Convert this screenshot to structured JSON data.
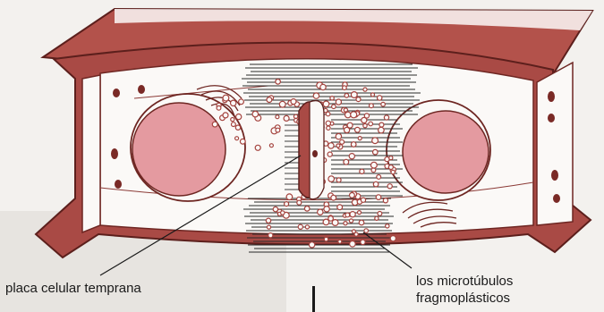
{
  "labels": {
    "early_cell_plate": "placa celular temprana",
    "microtubules_line1": "los microtúbulos",
    "microtubules_line2": "fragmoplásticos"
  },
  "colors": {
    "cell_wall": "#a94a45",
    "wall_edge": "#6e2622",
    "nucleus": "#e49aa0",
    "cell_interior": "#fbf9f7",
    "background": "#f3f1ee",
    "ink": "#1a1a1a"
  }
}
